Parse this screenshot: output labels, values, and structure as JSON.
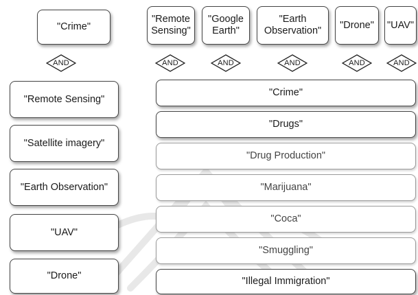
{
  "left": {
    "keyword": "\"Crime\"",
    "operator": "AND",
    "terms": [
      "\"Remote Sensing\"",
      "\"Satellite imagery\"",
      "\"Earth Observation\"",
      "\"UAV\"",
      "\"Drone\""
    ]
  },
  "right": {
    "keywords": [
      "\"Remote\nSensing\"",
      "\"Google\nEarth\"",
      "\"Earth\nObservation\"",
      "\"Drone\"",
      "\"UAV\""
    ],
    "operator": "AND",
    "terms": [
      "\"Crime\"",
      "\"Drugs\"",
      "\"Drug Production\"",
      "\"Marijuana\"",
      "\"Coca\"",
      "\"Smuggling\"",
      "\"Illegal Immigration\""
    ]
  },
  "watermark": {
    "color": "#e8e8e8"
  }
}
